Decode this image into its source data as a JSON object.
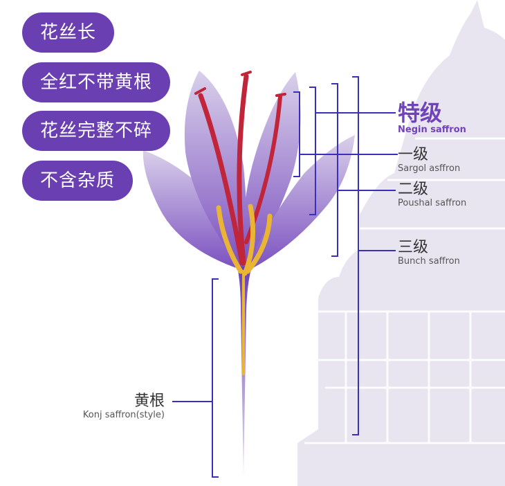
{
  "features": [
    {
      "label": "花丝长"
    },
    {
      "label": "全红不带黄根"
    },
    {
      "label": "花丝完整不碎"
    },
    {
      "label": "不含杂质"
    }
  ],
  "grades": [
    {
      "cn": "特级",
      "en": "Negin saffron"
    },
    {
      "cn": "一级",
      "en": "Sargol asffron"
    },
    {
      "cn": "二级",
      "en": "Poushal saffron"
    },
    {
      "cn": "三级",
      "en": "Bunch saffron"
    }
  ],
  "style_part": {
    "cn": "黄根",
    "en": "Konj saffron(style)"
  },
  "colors": {
    "pill": "#6a3fb1",
    "bracket": "#3a2fb8",
    "stigma": "#c0253a",
    "stamen": "#eab434",
    "temple": "#e8e5f1"
  }
}
